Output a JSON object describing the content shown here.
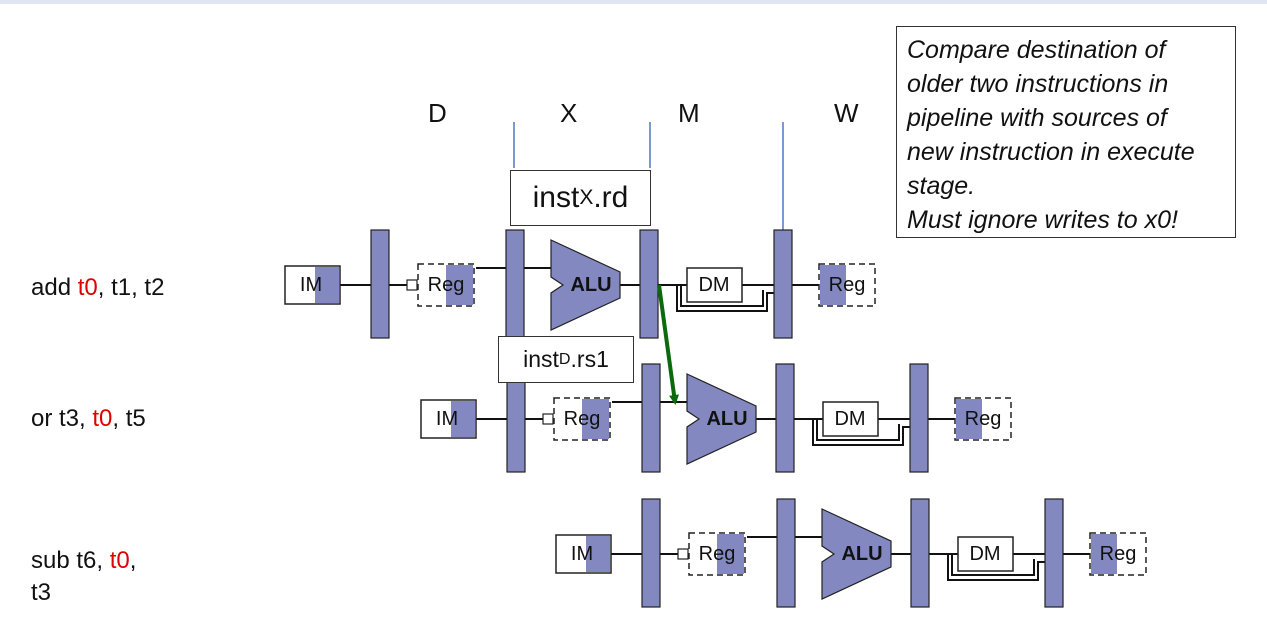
{
  "stages": [
    "D",
    "X",
    "M",
    "W"
  ],
  "note_lines": [
    "Compare destination of",
    "older two instructions in",
    "pipeline with sources of",
    "new instruction in execute",
    "stage.",
    "Must ignore writes to x0!"
  ],
  "labels": {
    "inst_x_rd": {
      "base": "inst",
      "sub": "X",
      "suffix": ".rd"
    },
    "inst_d_rs1": {
      "base": "inst",
      "sub": "D",
      "suffix": ".rs1"
    }
  },
  "units": {
    "im": "IM",
    "reg": "Reg",
    "alu": "ALU",
    "dm": "DM"
  },
  "instructions": [
    {
      "op": "add ",
      "dest": "t0",
      "rest": ", t1, t2",
      "line2": ""
    },
    {
      "op": "or t3, ",
      "dest": "t0",
      "rest": ", t5",
      "line2": ""
    },
    {
      "op": "sub t6, ",
      "dest": "t0",
      "rest": ",",
      "line2": "t3"
    }
  ],
  "colors": {
    "pipeline_fill": "#8389c0",
    "highlight_register": "#e00000",
    "forward_arrow": "#0b6a0b",
    "stage_divider": "#4a78c8"
  }
}
